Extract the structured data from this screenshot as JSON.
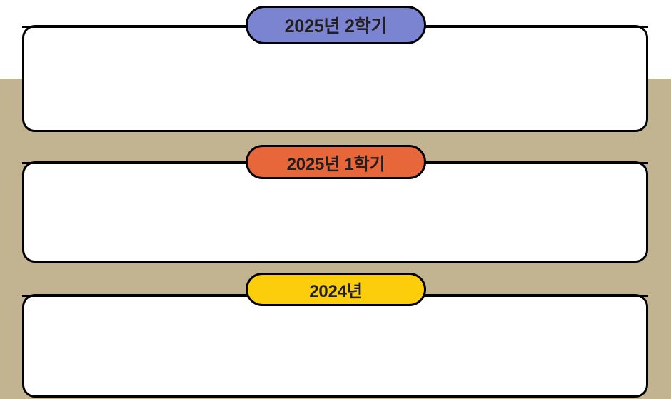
{
  "page": {
    "background_color": "#ffffff",
    "backdrop_color": "#c3b491",
    "outline_color": "#000000",
    "panel_fill": "#ffffff",
    "text_color": "#231f20"
  },
  "sections": [
    {
      "id": "section-1",
      "badge_label": "2025년 2학기",
      "badge_color": "#7b84d1",
      "body_text": ""
    },
    {
      "id": "section-2",
      "badge_label": "2025년 1학기",
      "badge_color": "#e8673a",
      "body_text": ""
    },
    {
      "id": "section-3",
      "badge_label": "2024년",
      "badge_color": "#fccd0b",
      "body_text": ""
    }
  ]
}
